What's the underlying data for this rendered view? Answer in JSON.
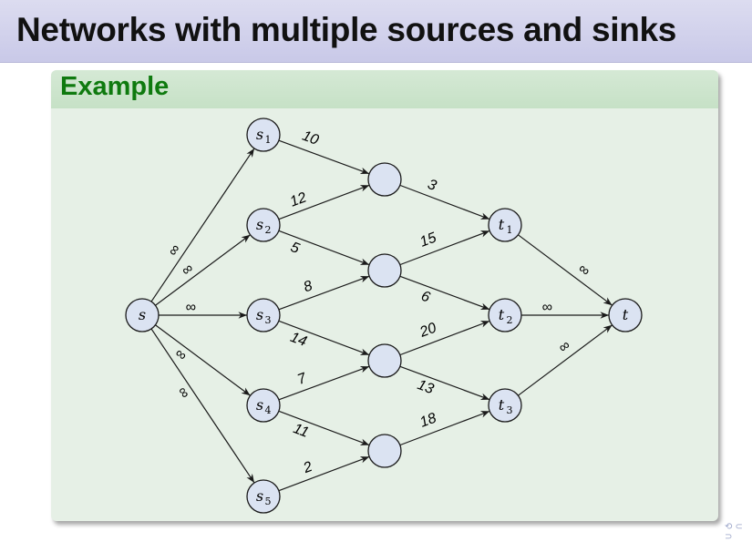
{
  "slide": {
    "title": "Networks with multiple sources and sinks",
    "block_title": "Example"
  },
  "graph": {
    "nodes": [
      {
        "id": "s",
        "label": "s",
        "sub": ""
      },
      {
        "id": "s1",
        "label": "s",
        "sub": "1"
      },
      {
        "id": "s2",
        "label": "s",
        "sub": "2"
      },
      {
        "id": "s3",
        "label": "s",
        "sub": "3"
      },
      {
        "id": "s4",
        "label": "s",
        "sub": "4"
      },
      {
        "id": "s5",
        "label": "s",
        "sub": "5"
      },
      {
        "id": "m1",
        "label": "",
        "sub": ""
      },
      {
        "id": "m2",
        "label": "",
        "sub": ""
      },
      {
        "id": "m3",
        "label": "",
        "sub": ""
      },
      {
        "id": "m4",
        "label": "",
        "sub": ""
      },
      {
        "id": "t1",
        "label": "t",
        "sub": "1"
      },
      {
        "id": "t2",
        "label": "t",
        "sub": "2"
      },
      {
        "id": "t3",
        "label": "t",
        "sub": "3"
      },
      {
        "id": "t",
        "label": "t",
        "sub": ""
      }
    ],
    "edges": [
      {
        "from": "s",
        "to": "s1",
        "capacity": "∞"
      },
      {
        "from": "s",
        "to": "s2",
        "capacity": "∞"
      },
      {
        "from": "s",
        "to": "s3",
        "capacity": "∞"
      },
      {
        "from": "s",
        "to": "s4",
        "capacity": "∞"
      },
      {
        "from": "s",
        "to": "s5",
        "capacity": "∞"
      },
      {
        "from": "s1",
        "to": "m1",
        "capacity": "10"
      },
      {
        "from": "s2",
        "to": "m1",
        "capacity": "12"
      },
      {
        "from": "s2",
        "to": "m2",
        "capacity": "5"
      },
      {
        "from": "s3",
        "to": "m2",
        "capacity": "8"
      },
      {
        "from": "s3",
        "to": "m3",
        "capacity": "14"
      },
      {
        "from": "s4",
        "to": "m3",
        "capacity": "7"
      },
      {
        "from": "s4",
        "to": "m4",
        "capacity": "11"
      },
      {
        "from": "s5",
        "to": "m4",
        "capacity": "2"
      },
      {
        "from": "m1",
        "to": "t1",
        "capacity": "3"
      },
      {
        "from": "m2",
        "to": "t1",
        "capacity": "15"
      },
      {
        "from": "m2",
        "to": "t2",
        "capacity": "6"
      },
      {
        "from": "m3",
        "to": "t2",
        "capacity": "20"
      },
      {
        "from": "m3",
        "to": "t3",
        "capacity": "13"
      },
      {
        "from": "m4",
        "to": "t3",
        "capacity": "18"
      },
      {
        "from": "t1",
        "to": "t",
        "capacity": "∞"
      },
      {
        "from": "t2",
        "to": "t",
        "capacity": "∞"
      },
      {
        "from": "t3",
        "to": "t",
        "capacity": "∞"
      }
    ]
  }
}
